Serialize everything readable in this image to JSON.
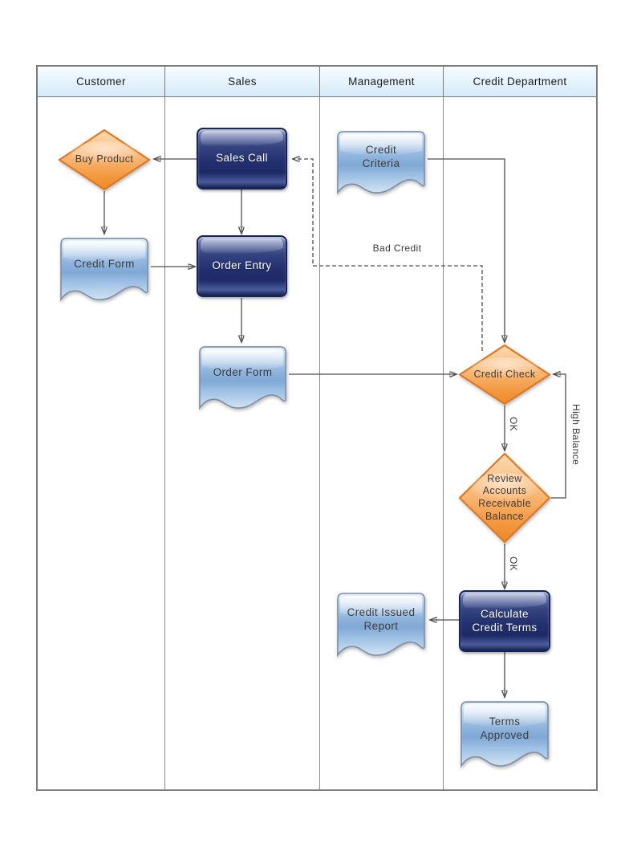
{
  "diagram": {
    "type": "cross-functional-flowchart",
    "lanes": [
      {
        "label": "Customer"
      },
      {
        "label": "Sales"
      },
      {
        "label": "Management"
      },
      {
        "label": "Credit Department"
      }
    ],
    "nodes": [
      {
        "id": "buy-product",
        "type": "decision",
        "lane": "Customer",
        "label": "Buy Product"
      },
      {
        "id": "sales-call",
        "type": "process",
        "lane": "Sales",
        "label": "Sales Call"
      },
      {
        "id": "credit-criteria",
        "type": "document",
        "lane": "Management",
        "label": "Credit Criteria"
      },
      {
        "id": "credit-form",
        "type": "document",
        "lane": "Customer",
        "label": "Credit Form"
      },
      {
        "id": "order-entry",
        "type": "process",
        "lane": "Sales",
        "label": "Order Entry"
      },
      {
        "id": "order-form",
        "type": "document",
        "lane": "Sales",
        "label": "Order Form"
      },
      {
        "id": "credit-check",
        "type": "decision",
        "lane": "Credit Department",
        "label": "Credit Check"
      },
      {
        "id": "review-accounts-receivable-balance",
        "type": "decision",
        "lane": "Credit Department",
        "label": "Review Accounts Receivable Balance"
      },
      {
        "id": "calculate-credit-terms",
        "type": "process",
        "lane": "Credit Department",
        "label": "Calculate Credit Terms"
      },
      {
        "id": "credit-issued-report",
        "type": "document",
        "lane": "Management",
        "label": "Credit Issued Report"
      },
      {
        "id": "terms-approved",
        "type": "document",
        "lane": "Credit Department",
        "label": "Terms Approved"
      }
    ],
    "connector_labels": {
      "bad_credit": "Bad Credit",
      "ok_top": "OK",
      "ok_bottom": "OK",
      "high_balance": "High Balance"
    },
    "connectors": [
      {
        "from": "sales-call",
        "to": "buy-product",
        "style": "solid"
      },
      {
        "from": "buy-product",
        "to": "credit-form",
        "style": "solid"
      },
      {
        "from": "credit-form",
        "to": "order-entry",
        "style": "solid"
      },
      {
        "from": "sales-call",
        "to": "order-entry",
        "style": "solid"
      },
      {
        "from": "order-entry",
        "to": "order-form",
        "style": "solid"
      },
      {
        "from": "order-form",
        "to": "credit-check",
        "style": "solid"
      },
      {
        "from": "credit-criteria",
        "to": "credit-check",
        "style": "solid"
      },
      {
        "from": "credit-check",
        "to": "review-accounts-receivable-balance",
        "style": "solid",
        "label": "OK"
      },
      {
        "from": "review-accounts-receivable-balance",
        "to": "credit-check",
        "style": "solid",
        "label": "High Balance"
      },
      {
        "from": "review-accounts-receivable-balance",
        "to": "calculate-credit-terms",
        "style": "solid",
        "label": "OK"
      },
      {
        "from": "calculate-credit-terms",
        "to": "credit-issued-report",
        "style": "solid"
      },
      {
        "from": "calculate-credit-terms",
        "to": "terms-approved",
        "style": "solid"
      },
      {
        "from": "credit-check",
        "to": "sales-call",
        "style": "dashed",
        "label": "Bad Credit"
      }
    ],
    "colors": {
      "process_fill": "#243470",
      "process_border": "#17245a",
      "process_text": "#ffffff",
      "decision_fill": "#f5a556",
      "decision_border": "#df761e",
      "document_fill": "#8fb4da",
      "document_border": "#7d8fa5",
      "lane_header_fill": "#dcedf9",
      "frame_border": "#7b7b7b",
      "connector_line": "#4f4f4f",
      "label_text": "#3d3d3d"
    }
  }
}
